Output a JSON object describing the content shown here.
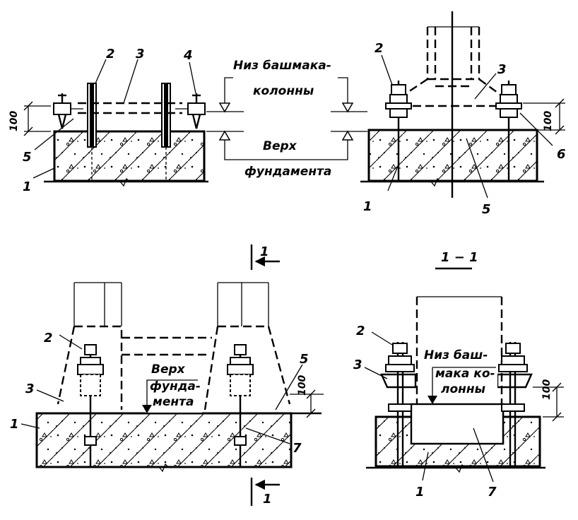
{
  "labels": {
    "n1": "1",
    "n2": "2",
    "n3": "3",
    "n4": "4",
    "n5": "5",
    "n6": "6",
    "n7": "7",
    "dim100": "100",
    "section": "1",
    "section_title": "1 − 1"
  },
  "captions": {
    "bottom_of_shoe_1": "Низ башмака-",
    "bottom_of_shoe_2": "колонны",
    "top_of_foundation_1": "Верх",
    "top_of_foundation_2": "фундамента",
    "top_found_b1": "Верх",
    "top_found_b2": "фунда-",
    "top_found_b3": "мента",
    "niz_bash_1": "Низ баш-",
    "niz_bash_2": "мака ко-",
    "niz_bash_3": "лонны"
  }
}
